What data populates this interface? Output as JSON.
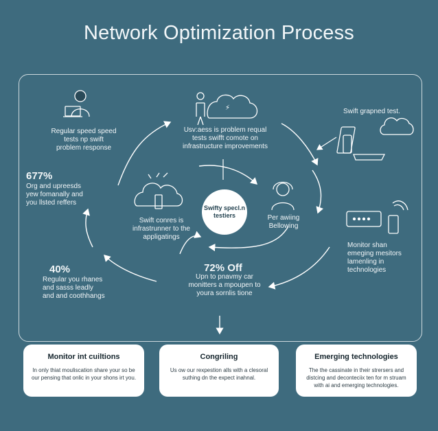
{
  "title": "Network Optimization Process",
  "center": "Swifty specl.n testiers",
  "nodes": {
    "top_left": "Regular speed speed tests np swift problem response",
    "top_center": "Usv:aess is problem requal tests swifft comote on infrastructure improvements",
    "top_right": "Swift grapned test.",
    "mid_left": "Swift conres is infrastrunner to the appligatings",
    "mid_right": "Per awiing Bellowing",
    "right": "Monitor shan emeging mesitors lamenling in technologies",
    "bottom_center": "Upn to pnavmy car monitters a mpoupen to youra sornlis tione"
  },
  "stats": [
    {
      "value": "677%",
      "text": "Org and upreesds yew fomanally and you llsted reffers"
    },
    {
      "value": "40%",
      "text": "Regular you rhanes and sasss leadly and and coothhangs"
    },
    {
      "value": "72% Off",
      "text": ""
    }
  ],
  "cards": [
    {
      "title": "Monitor int cuiltions",
      "desc": "In only thiat mouliscation share your so be our pensing that onlic in your shons irt you."
    },
    {
      "title": "Congriling",
      "desc": "Us ow our rexpestion alls with a clesoral suthing dn the expect inahnal."
    },
    {
      "title": "Emerging technologies",
      "desc": "The the cassinate in their strersers and distcing and deconteciix ten for m struam with ai and emerging technologies."
    }
  ],
  "colors": {
    "background": "#3e6b7e",
    "card": "#ffffff",
    "text": "#ffffff"
  }
}
